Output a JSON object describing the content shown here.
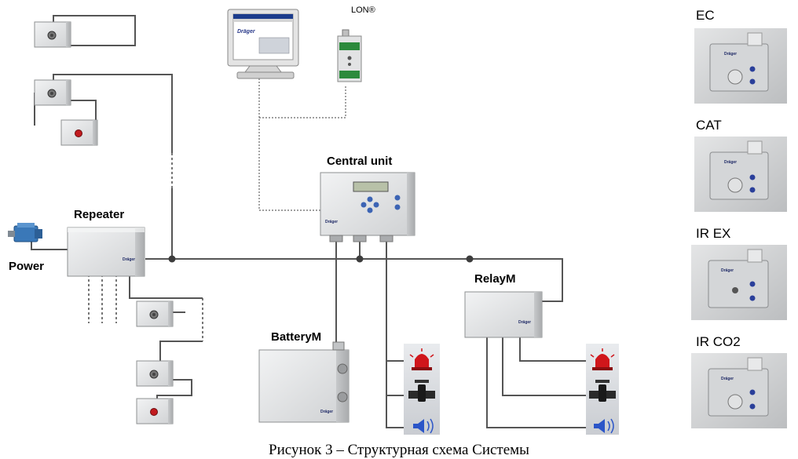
{
  "labels": {
    "lon": "LON®",
    "central_unit": "Central unit",
    "repeater": "Repeater",
    "power": "Power",
    "battery": "BatteryM",
    "relay": "RelayM"
  },
  "sensors": [
    {
      "label": "EC"
    },
    {
      "label": "CAT"
    },
    {
      "label": "IR EX"
    },
    {
      "label": "IR CO2"
    }
  ],
  "brand": "Dräger",
  "caption": "Рисунок 3 – Структурная схема Системы",
  "colors": {
    "wire": "#555555",
    "housing": "#e6e7e8",
    "node": "#444444",
    "alarm_red": "#d0161b",
    "speaker_blue": "#2b55c8"
  }
}
